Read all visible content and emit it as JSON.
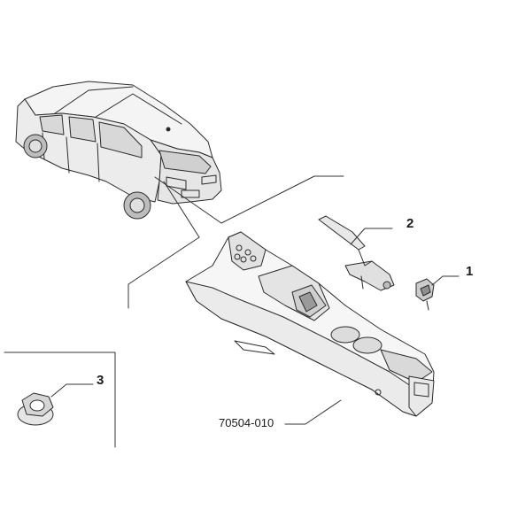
{
  "diagram": {
    "callouts": {
      "part_1": "1",
      "part_2": "2",
      "part_3": "3"
    },
    "reference_code": "70504-010"
  }
}
